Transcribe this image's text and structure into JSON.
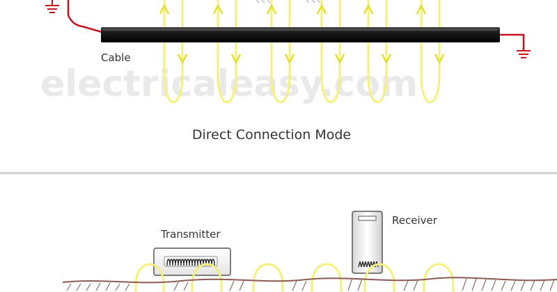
{
  "labels": {
    "cable": "Cable",
    "top_caption": "Direct Connection Mode",
    "transmitter": "Transmitter",
    "receiver": "Receiver"
  },
  "watermark": "electricaleasy.com",
  "colors": {
    "field_line": "#f4f07a",
    "field_line_dark": "#e3df2e",
    "ground_wire": "#c8101e",
    "cable": "#1f1f1f",
    "divider": "#d0d0d0",
    "soil_line": "#8a5a55",
    "soil_hatch": "#8c6a66",
    "watermark": "#e9e9e9"
  }
}
